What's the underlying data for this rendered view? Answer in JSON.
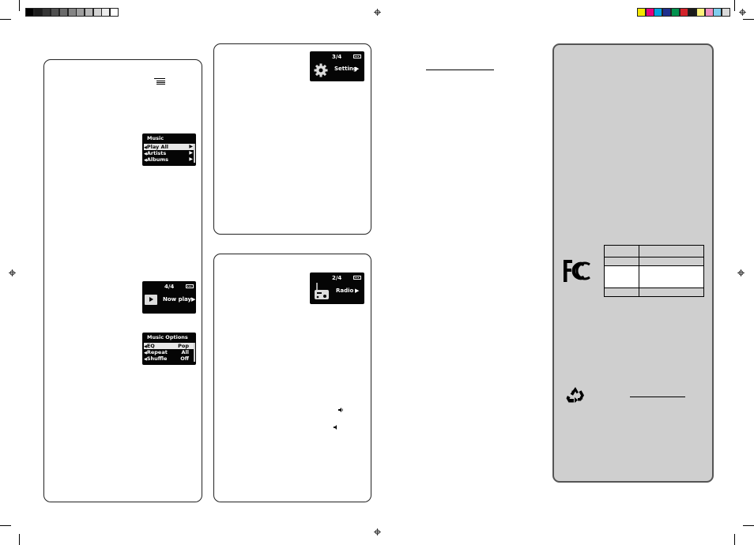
{
  "color_bar_left": [
    "#000000",
    "#1c1c1c",
    "#363636",
    "#505050",
    "#6a6a6a",
    "#848484",
    "#9e9e9e",
    "#b8b8b8",
    "#d2d2d2",
    "#ececec",
    "#ffffff"
  ],
  "color_bar_right": [
    "#f4e600",
    "#e5007d",
    "#00a0e0",
    "#1e2f8e",
    "#00914d",
    "#d2232a",
    "#1a1a1a",
    "#fff27a",
    "#f08fbf",
    "#7fcdee",
    "#d9d9d9"
  ],
  "screens": {
    "music_menu": {
      "title": "Music",
      "items": [
        {
          "label": "Play All",
          "selected": true
        },
        {
          "label": "Artists",
          "selected": false
        },
        {
          "label": "Albums",
          "selected": false
        }
      ]
    },
    "now_playing": {
      "page": "4/4",
      "label": "Now playi",
      "icon": "play-icon"
    },
    "music_options": {
      "title": "Music Options",
      "items": [
        {
          "label": "EQ",
          "value": "Pop",
          "selected": true
        },
        {
          "label": "Repeat",
          "value": "All",
          "selected": false
        },
        {
          "label": "Shuffle",
          "value": "Off",
          "selected": false
        }
      ]
    },
    "setting": {
      "page": "3/4",
      "label": "Setting",
      "icon": "gear-icon"
    },
    "radio": {
      "page": "2/4",
      "label": "Radio",
      "icon": "radio-icon"
    }
  },
  "icons": {
    "menu": "menu-icon",
    "volume_up": "speaker-icon",
    "volume_down": "speaker-icon",
    "fcc": "fcc-logo",
    "recycle": "recycle-icon",
    "battery": "battery-icon",
    "registration": "registration-mark-icon"
  },
  "fcc_logo_text": "FC"
}
